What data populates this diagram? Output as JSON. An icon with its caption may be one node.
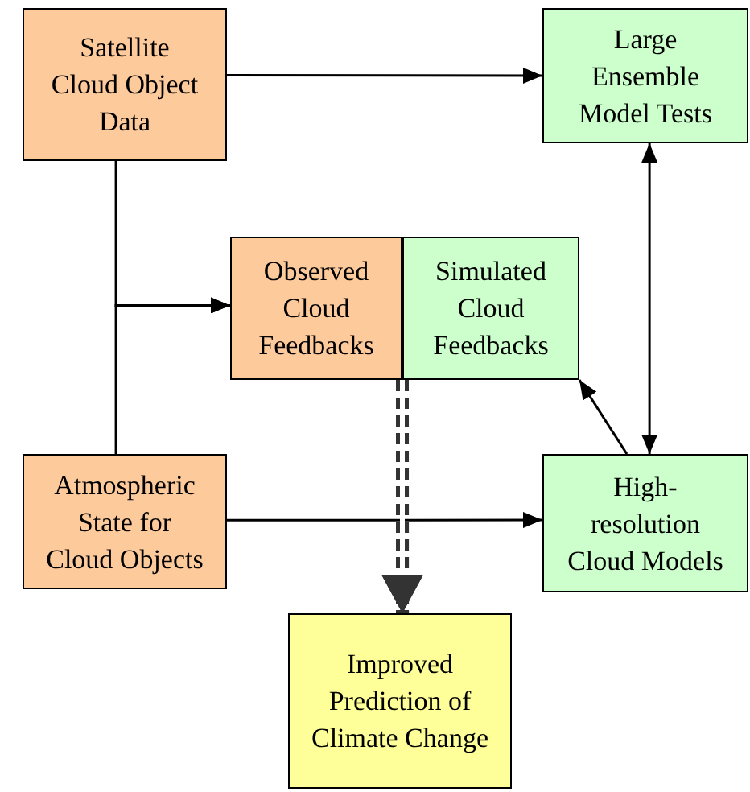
{
  "diagram": {
    "nodes": [
      {
        "text": [
          "Satellite Cloud Object Data"
        ]
      },
      {
        "text": [
          "Large Ensemble Model Tests"
        ]
      },
      {
        "text": [
          "Observed Cloud Feedbacks"
        ]
      },
      {
        "text": [
          "Simulated Cloud Feedbacks"
        ]
      },
      {
        "text": [
          "Atmospheric State for Cloud Objects"
        ]
      },
      {
        "text": [
          "High-resolution Cloud Models"
        ]
      },
      {
        "text": [
          "Improved Prediction of Climate Change"
        ]
      }
    ],
    "edges": [
      {
        "from": 0,
        "to": 1,
        "arrow": "to"
      },
      {
        "from": 0,
        "to": 2,
        "arrow": "to"
      },
      {
        "from": 4,
        "to": 2,
        "arrow": "to"
      },
      {
        "from": 1,
        "to": 5,
        "arrow": "both"
      },
      {
        "from": 5,
        "to": 3,
        "arrow": "to"
      },
      {
        "from": 4,
        "to": 5,
        "arrow": "to"
      },
      {
        "from": 2,
        "to": 6,
        "arrow": "to",
        "style": "dashed",
        "color": "#333333"
      },
      {
        "from": 3,
        "to": 6,
        "arrow": "to",
        "style": "dashed",
        "color": "#333333"
      }
    ]
  }
}
